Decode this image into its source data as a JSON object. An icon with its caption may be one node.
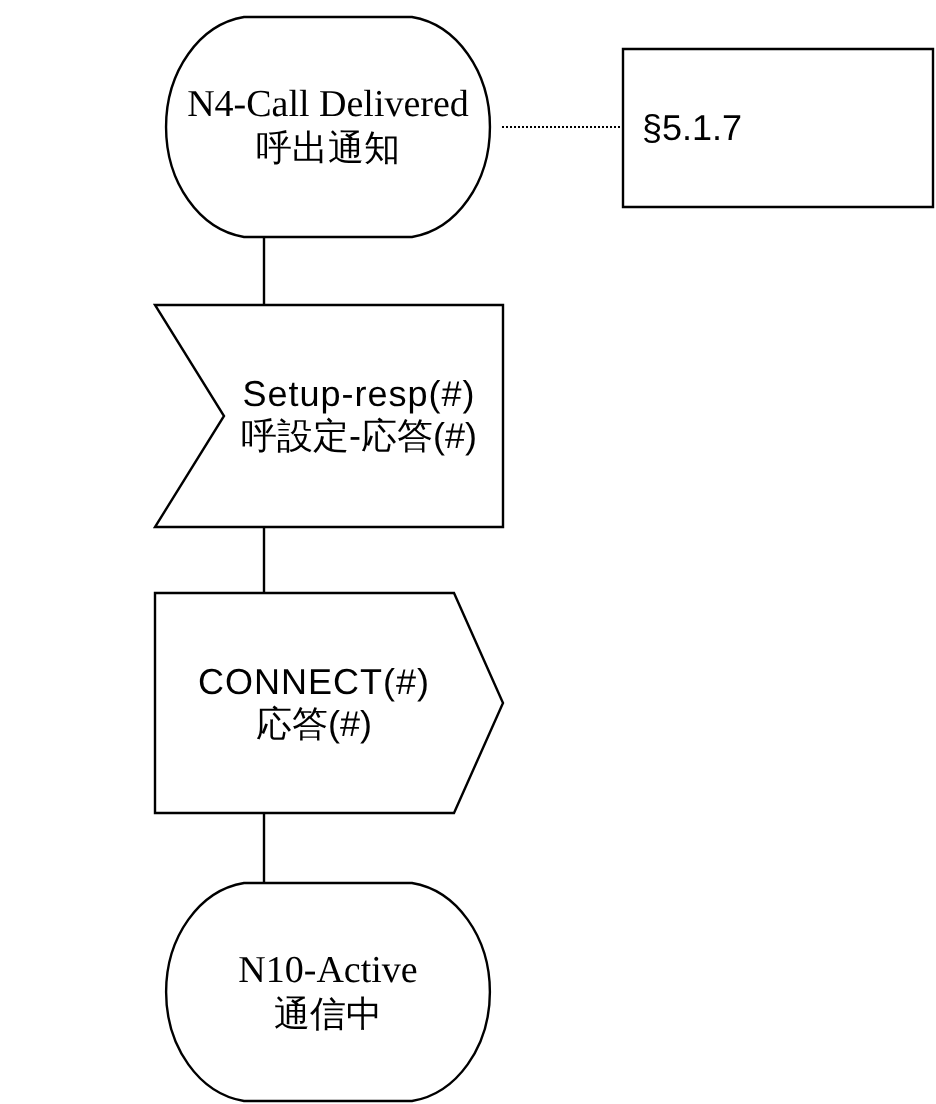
{
  "diagram": {
    "nodes": [
      {
        "text": [
          "N4-Call Delivered",
          "呼出通知"
        ]
      },
      {
        "text": [
          "§5.1.7"
        ]
      },
      {
        "text": [
          "Setup-resp(#)",
          "呼設定-応答(#)"
        ]
      },
      {
        "text": [
          "CONNECT(#)",
          "応答(#)"
        ]
      },
      {
        "text": [
          "N10-Active",
          "通信中"
        ]
      }
    ],
    "edges": [
      {
        "from": 0,
        "to": 1,
        "arrow": "none",
        "style": "dashed"
      },
      {
        "from": 0,
        "to": 2,
        "arrow": "none"
      },
      {
        "from": 2,
        "to": 3,
        "arrow": "none"
      },
      {
        "from": 3,
        "to": 4,
        "arrow": "none"
      }
    ]
  }
}
